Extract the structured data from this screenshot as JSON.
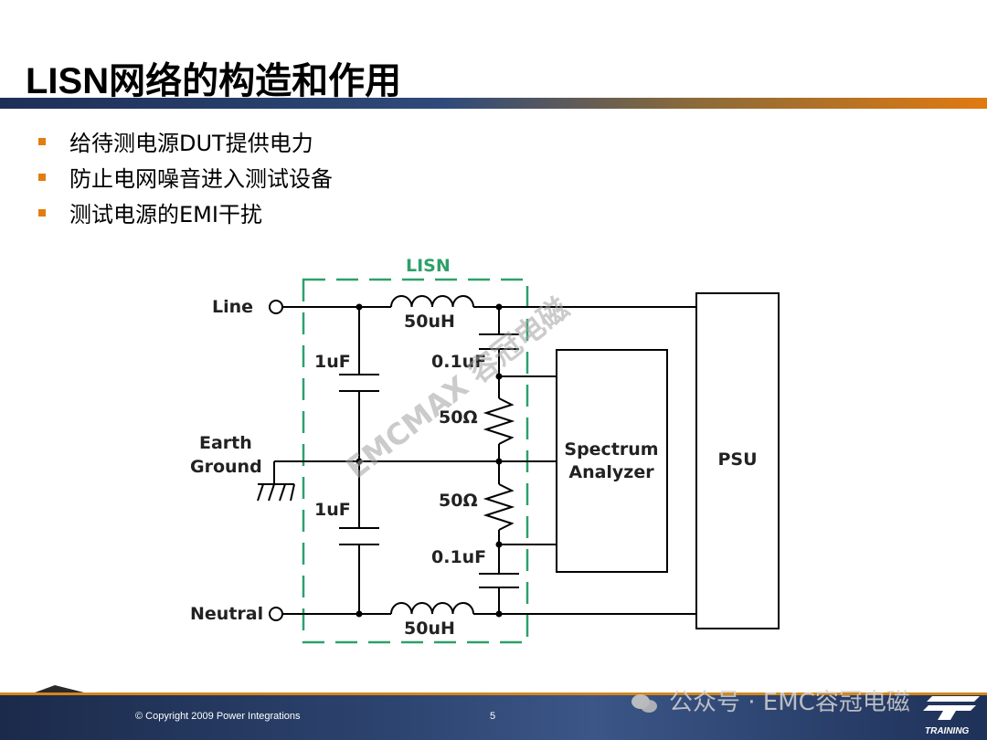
{
  "title": "LISN网络的构造和作用",
  "bullets": [
    "给待测电源DUT提供电力",
    "防止电网噪音进入测试设备",
    "测试电源的EMI干扰"
  ],
  "diagram": {
    "lisn_label": "LISN",
    "line_label": "Line",
    "earth_label_1": "Earth",
    "earth_label_2": "Ground",
    "neutral_label": "Neutral",
    "inductor_top": "50uH",
    "inductor_bottom": "50uH",
    "cap_left_top": "1uF",
    "cap_left_bottom": "1uF",
    "cap_right_top": "0.1uF",
    "cap_right_bottom": "0.1uF",
    "res_top": "50Ω",
    "res_bottom": "50Ω",
    "analyzer_1": "Spectrum",
    "analyzer_2": "Analyzer",
    "psu": "PSU",
    "watermark": "EMCMAX 容冠电磁"
  },
  "footer": {
    "copyright": "© Copyright 2009 Power Integrations",
    "page_number": "5",
    "wechat": "公众号 · EMC容冠电磁",
    "logo_text": "TRAINING"
  },
  "colors": {
    "lisn_box": "#2ea06a",
    "bullet": "#e27d10",
    "footer": "#2d4470",
    "accent_stripe": "#d4861c"
  }
}
